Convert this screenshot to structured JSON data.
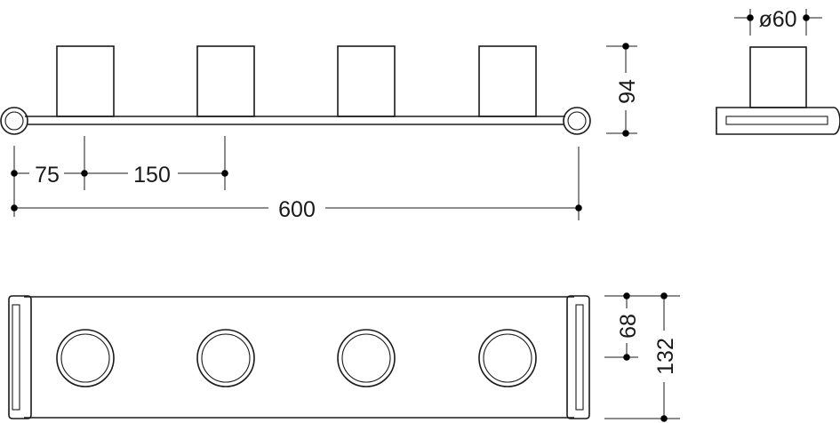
{
  "dimensions": {
    "hook_offset": "75",
    "hook_spacing": "150",
    "overall_length": "600",
    "hook_height": "94",
    "hook_diameter": "ø60",
    "rail_offset": "68",
    "overall_depth": "132"
  },
  "colors": {
    "line": "#1a1a1a",
    "dot": "#000000",
    "background": "#ffffff"
  }
}
